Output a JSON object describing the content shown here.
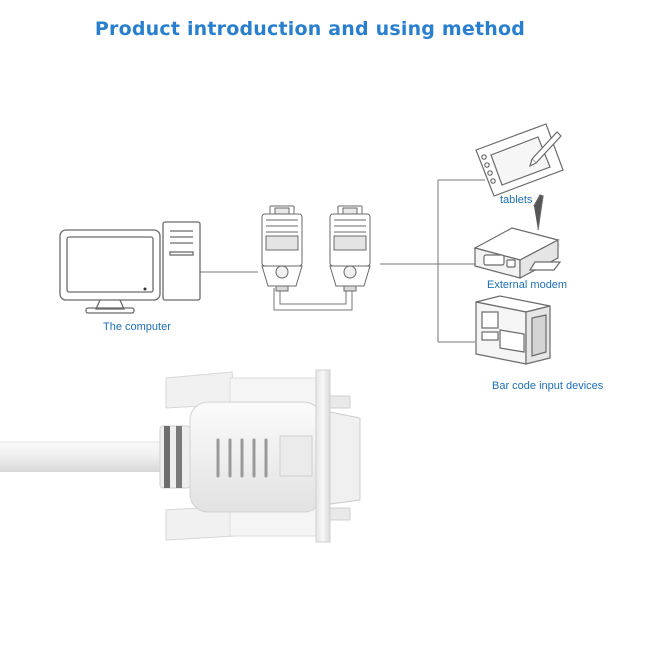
{
  "title": "Product introduction and using method",
  "labels": {
    "computer": "The computer",
    "tablets": "tablets",
    "modem": "External modem",
    "barcode": "Bar code input devices"
  },
  "colors": {
    "title": "#2a7fcd",
    "label": "#1e6fb8",
    "line_art": "#6a6a6a",
    "connector_body": "#f2f2f2"
  }
}
